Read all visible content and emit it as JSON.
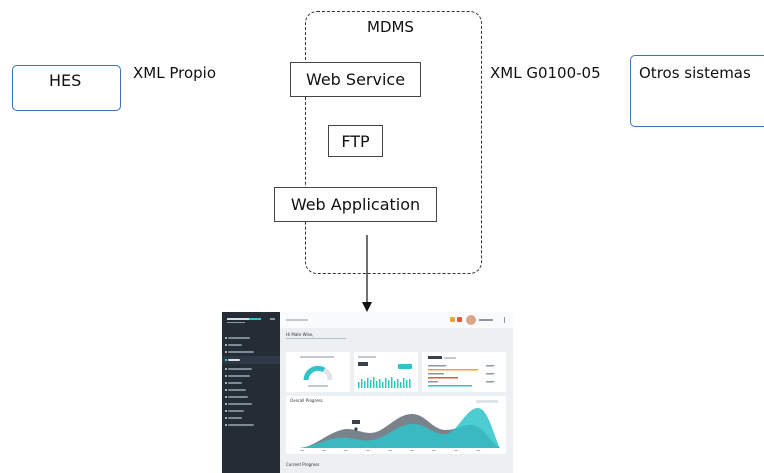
{
  "diagram": {
    "hes": "HES",
    "xml_propio": "XML Propio",
    "mdms_title": "MDMS",
    "web_service": "Web Service",
    "ftp": "FTP",
    "web_application": "Web Application",
    "xml_g0100": "XML G0100-05",
    "otros_sistemas": "Otros sistemas"
  },
  "colors": {
    "box_border_blue": "#3b74b8",
    "dashed_frame": "#333333",
    "dashboard_sidebar": "#242c36",
    "dashboard_teal": "#2ec4c9",
    "dashboard_grey_wave": "#6b7480"
  },
  "dashboard": {
    "page_title": "Hi Mate Wise,",
    "chart_title": "Overall Progress",
    "footer_title": "Current Progress"
  }
}
